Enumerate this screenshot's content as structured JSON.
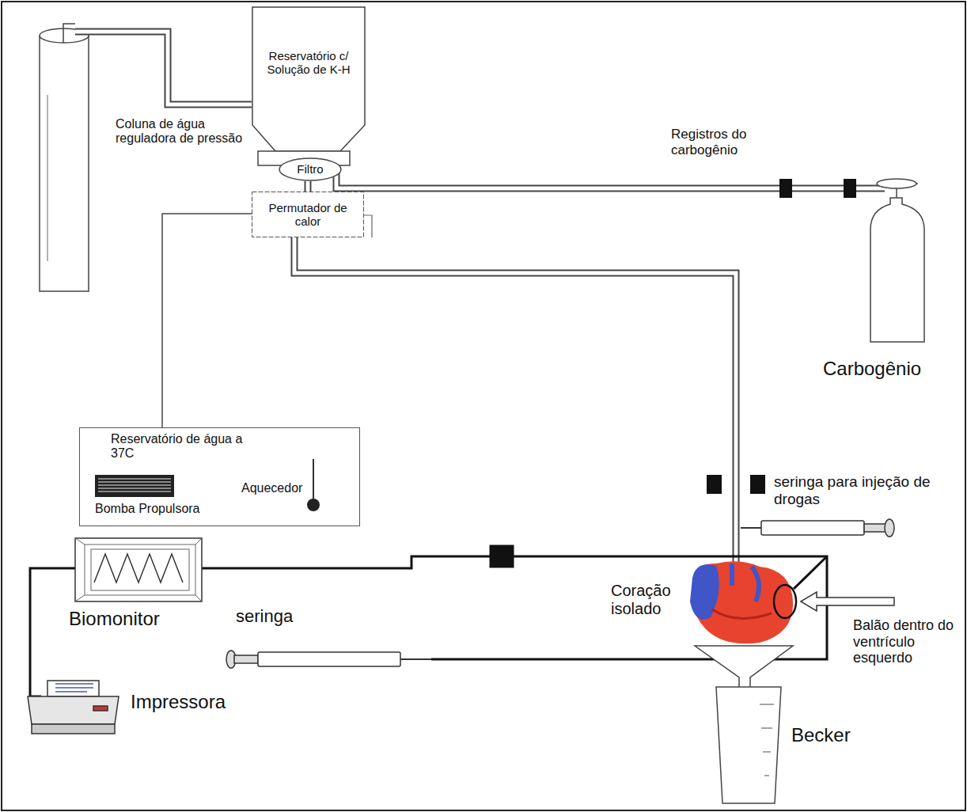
{
  "diagram": {
    "nodes": [
      {
        "text": [
          "Reservatório c/ Solução de K-H"
        ]
      },
      {
        "text": [
          "Filtro"
        ]
      },
      {
        "text": [
          "Permutador de calor"
        ]
      },
      {
        "text": [
          "Reservatório de água a 37C",
          "Aquecedor",
          "Bomba Propulsora"
        ]
      },
      {
        "text": [
          "Biomonitor"
        ]
      }
    ],
    "edges": [
      {
        "from": 0,
        "to": 1,
        "arrow": "none"
      },
      {
        "from": 1,
        "to": 2,
        "arrow": "none"
      },
      {
        "from": 2,
        "to": 3,
        "arrow": "none"
      }
    ],
    "labels": [
      "Coluna de água reguladora de pressão",
      "Registros do carbogênio",
      "Carbogênio",
      "seringa para injeção de drogas",
      "Coração isolado",
      "Balão dentro do ventrículo esquerdo",
      "seringa",
      "Impressora",
      "Becker"
    ]
  }
}
